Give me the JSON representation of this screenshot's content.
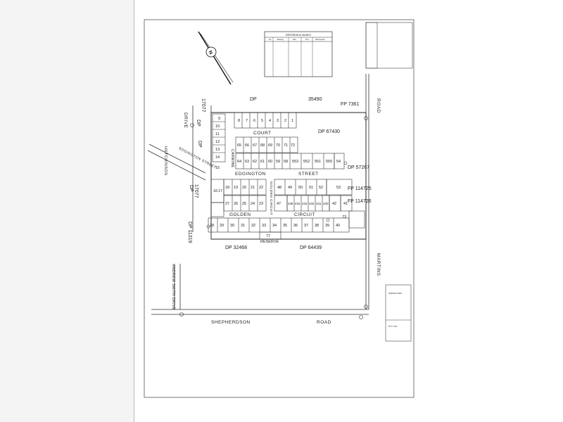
{
  "reference_marks": {
    "title": "REFERENCE MARKS",
    "headers": [
      "No.",
      "Bearing",
      "Dist.",
      "Fnd",
      "PM Number"
    ]
  },
  "road_labels": {
    "drive": "DRIVE",
    "road_top": "ROAD",
    "martins": "MARTINS",
    "road_bottom": "ROAD",
    "shepherdson": "SHEPHERDSON",
    "hutchinson": "HUTCHINSON",
    "edgington_street_diag": "EDGINGTON STREET",
    "edgington": "EDGINGTON",
    "street": "STREET",
    "court": "COURT",
    "carmine": "CARMINE",
    "golden_circuit_vert": "GOLDEN CIRCUIT",
    "golden": "GOLDEN",
    "circuit": "CIRCUIT",
    "andrew_smith_drive": "ANDREW SMITH DRIVE"
  },
  "parcel_labels": {
    "dp_top": "DP",
    "dp_35490": "35490",
    "fp_7361": "FP 7361",
    "dp_67430": "DP 67430",
    "dp_57267": "DP 57267",
    "fp_114725": "FP 114725",
    "fp_114726": "FP 114726",
    "dp_17077_top_a": "DP",
    "dp_17077_top_b": "17077",
    "dp_left": "DP",
    "dp_17077_mid_a": "DP",
    "dp_17077_mid_b": "17077",
    "dp_11319": "DP 11319",
    "dp_32468": "DP 32468",
    "dp_64439": "DP 64439",
    "reserve_no": "77",
    "reserve": "RESERVE",
    "lot_73": "73"
  },
  "lots": {
    "row_court_top": [
      "8",
      "7",
      "6",
      "5",
      "4",
      "3",
      "2",
      "1"
    ],
    "left_column": [
      "9",
      "10",
      "11",
      "12",
      "13",
      "14"
    ],
    "lot_15": "15",
    "row_court_north": [
      "65",
      "66",
      "67",
      "68",
      "69",
      "70",
      "71",
      "72"
    ],
    "row_court_south": [
      "64",
      "63",
      "62",
      "61",
      "60",
      "59",
      "58",
      "553",
      "552",
      "551",
      "550"
    ],
    "lot_54": "54",
    "row_street_south_a": [
      "18",
      "19",
      "20",
      "21",
      "22"
    ],
    "row_street_south_b": [
      "48",
      "49",
      "50",
      "51",
      "52"
    ],
    "lot_53": "53",
    "lot_16": "16",
    "lot_17": "17",
    "row_mid_a": [
      "27",
      "26",
      "25",
      "24",
      "23"
    ],
    "lot_47": "47",
    "row_mid_b": [
      "435",
      "434",
      "433",
      "432",
      "431",
      "430"
    ],
    "lot_42": "42",
    "lot_41": "41",
    "row_bottom": [
      "28",
      "29",
      "30",
      "31",
      "32",
      "33",
      "34",
      "35",
      "36",
      "37",
      "38",
      "39",
      "40"
    ]
  },
  "title_block_lines": [
    "SURVEYORS",
    "PTY LTD"
  ]
}
